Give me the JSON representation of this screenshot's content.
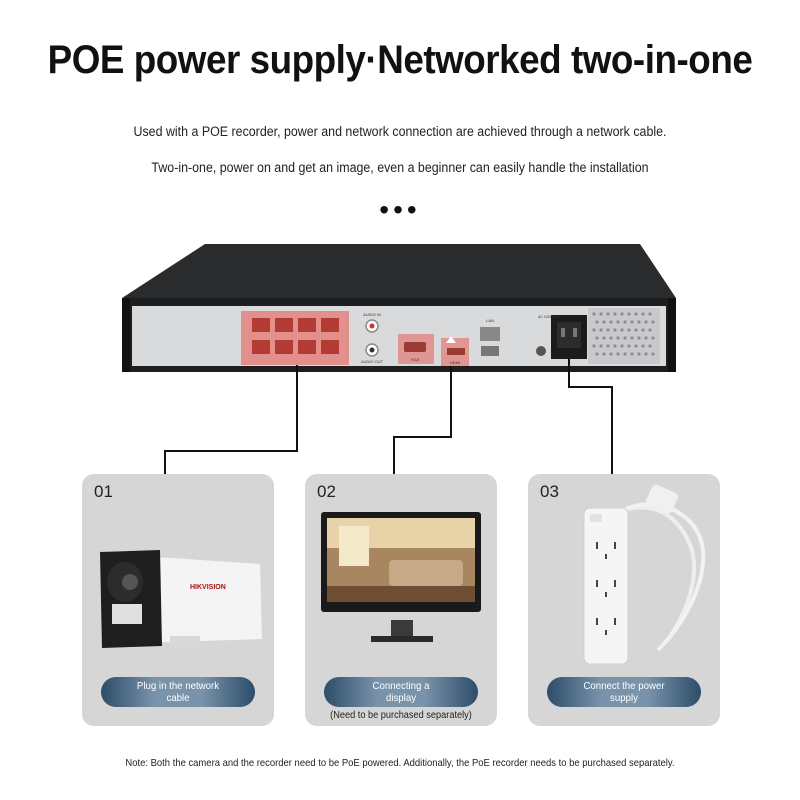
{
  "title": "POE power supply·Networked two-in-one",
  "subtitle_1": "Used with a POE recorder, power and network connection are achieved through a network cable.",
  "subtitle_2": "Two-in-one, power on and get an image, even a beginner can easily handle the installation",
  "ellipsis": "•••",
  "recorder_labels": {
    "audio_in": "AUDIO IN",
    "audio_out": "AUDIO OUT",
    "vga": "VGA",
    "hdmi": "HDMI",
    "lan": "LAN",
    "power": "AC 100V-240V"
  },
  "cards": [
    {
      "number": "01",
      "label": "Plug in the network cable",
      "icon": "camera-icon"
    },
    {
      "number": "02",
      "label": "Connecting a display",
      "note": "(Need to be purchased separately)",
      "icon": "monitor-icon"
    },
    {
      "number": "03",
      "label": "Connect the power supply",
      "icon": "power-strip-icon"
    }
  ],
  "camera_brand": "HIKVISION",
  "footnote": "Note: Both the camera and the recorder need to be PoE powered. Additionally, the PoE recorder needs to be purchased separately.",
  "colors": {
    "highlight": "#e8534a",
    "pill_dark": "#2d4d6a",
    "pill_light": "#7993ab",
    "card_bg": "#d6d6d6"
  }
}
